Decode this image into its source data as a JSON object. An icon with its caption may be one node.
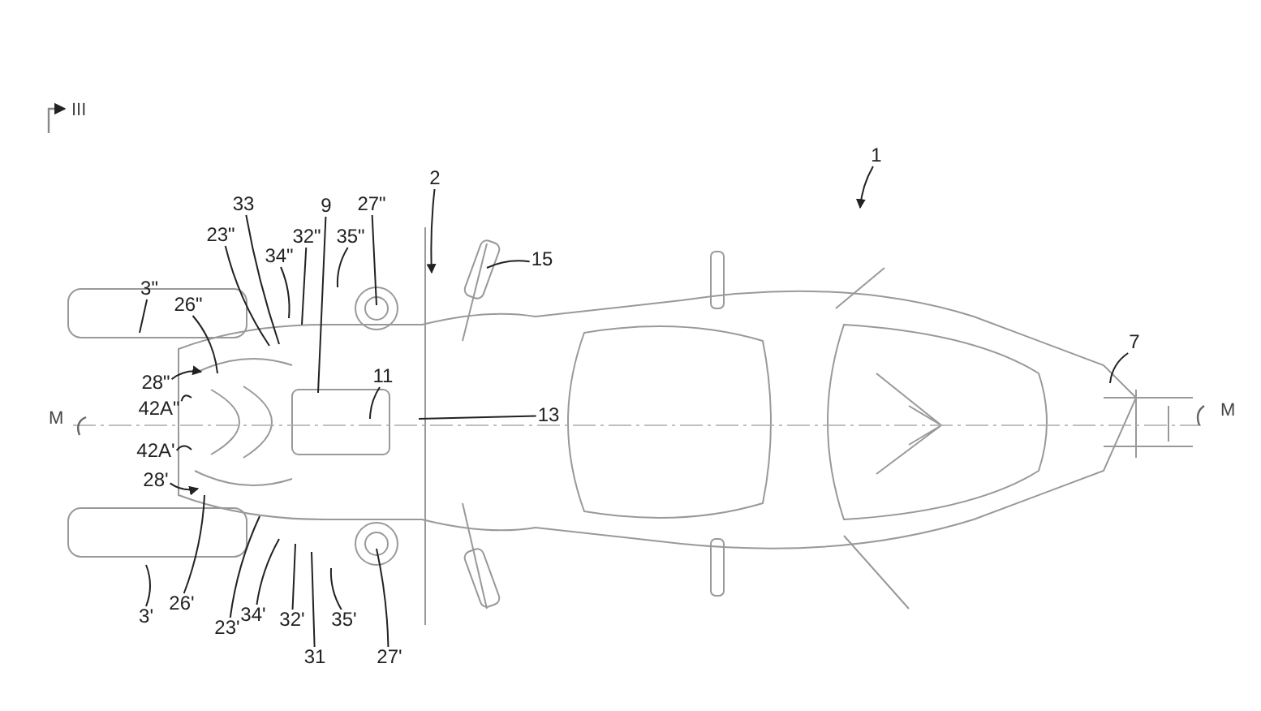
{
  "diagram": {
    "nodes": [
      {
        "text": [
          "3\""
        ]
      },
      {
        "text": [
          "26\""
        ]
      },
      {
        "text": [
          "23\""
        ]
      },
      {
        "text": [
          "33"
        ]
      },
      {
        "text": [
          "34\""
        ]
      },
      {
        "text": [
          "32\""
        ]
      },
      {
        "text": [
          "9"
        ]
      },
      {
        "text": [
          "35\""
        ]
      },
      {
        "text": [
          "27\""
        ]
      },
      {
        "text": [
          "2"
        ]
      },
      {
        "text": [
          "15"
        ]
      },
      {
        "text": [
          "1"
        ]
      },
      {
        "text": [
          "28\""
        ]
      },
      {
        "text": [
          "42A\""
        ]
      },
      {
        "text": [
          "11"
        ]
      },
      {
        "text": [
          "13"
        ]
      },
      {
        "text": [
          "7"
        ]
      },
      {
        "text": [
          "42A'"
        ]
      },
      {
        "text": [
          "28'"
        ]
      },
      {
        "text": [
          "3'"
        ]
      },
      {
        "text": [
          "26'"
        ]
      },
      {
        "text": [
          "23'"
        ]
      },
      {
        "text": [
          "34'"
        ]
      },
      {
        "text": [
          "32'"
        ]
      },
      {
        "text": [
          "31"
        ]
      },
      {
        "text": [
          "35'"
        ]
      },
      {
        "text": [
          "27'"
        ]
      }
    ],
    "edges": [
      {
        "from": 0,
        "to": null,
        "arrow": "none"
      },
      {
        "from": 1,
        "to": null,
        "arrow": "none"
      },
      {
        "from": 2,
        "to": null,
        "arrow": "none"
      },
      {
        "from": 3,
        "to": null,
        "arrow": "none"
      },
      {
        "from": 4,
        "to": null,
        "arrow": "none"
      },
      {
        "from": 5,
        "to": null,
        "arrow": "none"
      },
      {
        "from": 6,
        "to": null,
        "arrow": "none"
      },
      {
        "from": 7,
        "to": null,
        "arrow": "none"
      },
      {
        "from": 8,
        "to": null,
        "arrow": "none"
      },
      {
        "from": 9,
        "to": null,
        "arrow": "to"
      },
      {
        "from": 10,
        "to": null,
        "arrow": "none"
      },
      {
        "from": 11,
        "to": null,
        "arrow": "to"
      },
      {
        "from": 12,
        "to": null,
        "arrow": "to"
      },
      {
        "from": 13,
        "to": null,
        "arrow": "none"
      },
      {
        "from": 14,
        "to": null,
        "arrow": "none"
      },
      {
        "from": 15,
        "to": null,
        "arrow": "none"
      },
      {
        "from": 16,
        "to": null,
        "arrow": "none"
      },
      {
        "from": 17,
        "to": null,
        "arrow": "none"
      },
      {
        "from": 18,
        "to": null,
        "arrow": "to"
      },
      {
        "from": 19,
        "to": null,
        "arrow": "none"
      },
      {
        "from": 20,
        "to": null,
        "arrow": "none"
      },
      {
        "from": 21,
        "to": null,
        "arrow": "none"
      },
      {
        "from": 22,
        "to": null,
        "arrow": "none"
      },
      {
        "from": 23,
        "to": null,
        "arrow": "none"
      },
      {
        "from": 24,
        "to": null,
        "arrow": "none"
      },
      {
        "from": 25,
        "to": null,
        "arrow": "none"
      },
      {
        "from": 26,
        "to": null,
        "arrow": "none"
      }
    ],
    "labels": [
      "III",
      "M",
      "M"
    ]
  }
}
